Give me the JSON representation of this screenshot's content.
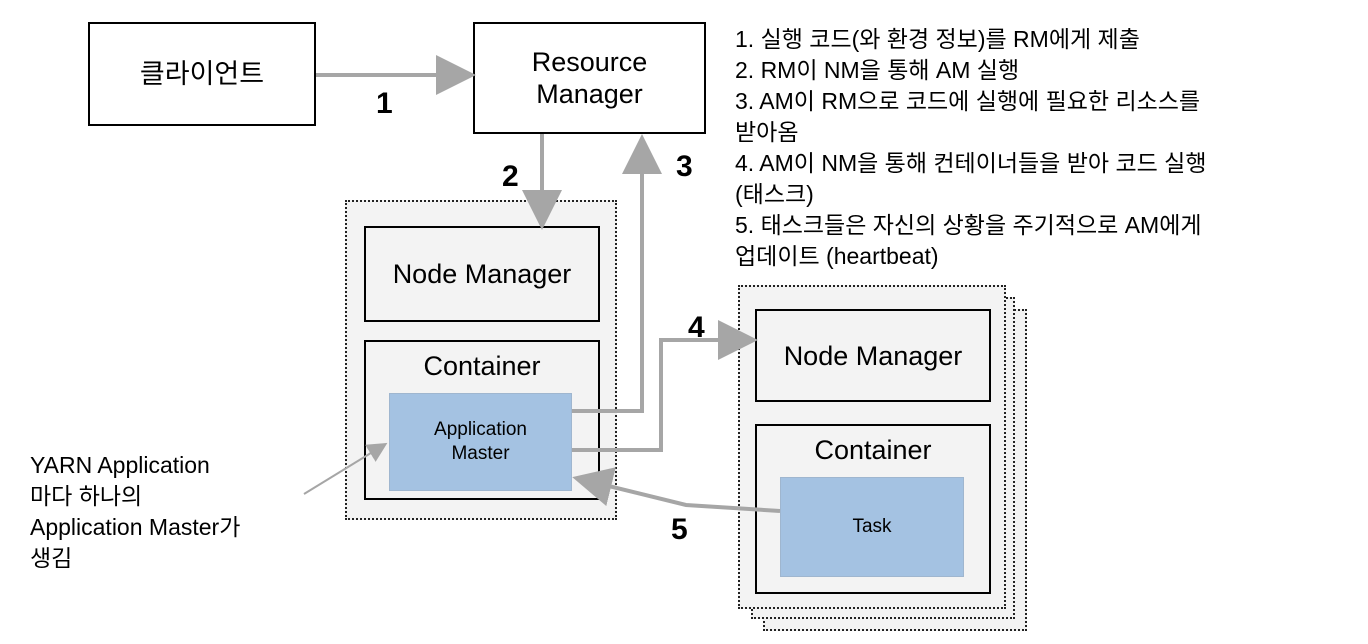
{
  "nodes": {
    "client": "클라이언트",
    "resource_manager_line1": "Resource",
    "resource_manager_line2": "Manager",
    "node_manager_left": "Node Manager",
    "container_left": "Container",
    "app_master_line1": "Application",
    "app_master_line2": "Master",
    "node_manager_right": "Node Manager",
    "container_right": "Container",
    "task": "Task"
  },
  "step_numbers": [
    "1",
    "2",
    "3",
    "4",
    "5"
  ],
  "annotation": {
    "line1": "YARN Application",
    "line2": "마다 하나의",
    "line3": "Application Master가",
    "line4": "생김"
  },
  "steps_notes": [
    "1. 실행 코드(와 환경 정보)를 RM에게 제출",
    "2. RM이 NM을 통해 AM 실행",
    "3. AM이 RM으로 코드에 실행에 필요한 리소스를",
    "받아옴",
    "4. AM이 NM을 통해 컨테이너들을 받아 코드 실행",
    "(태스크)",
    "5. 태스크들은 자신의 상황을 주기적으로 AM에게",
    "업데이트 (heartbeat)"
  ],
  "colors": {
    "arrow": "#a6a6a6",
    "app_master_fill": "#a4c2e2",
    "group_fill": "#f3f3f3"
  }
}
